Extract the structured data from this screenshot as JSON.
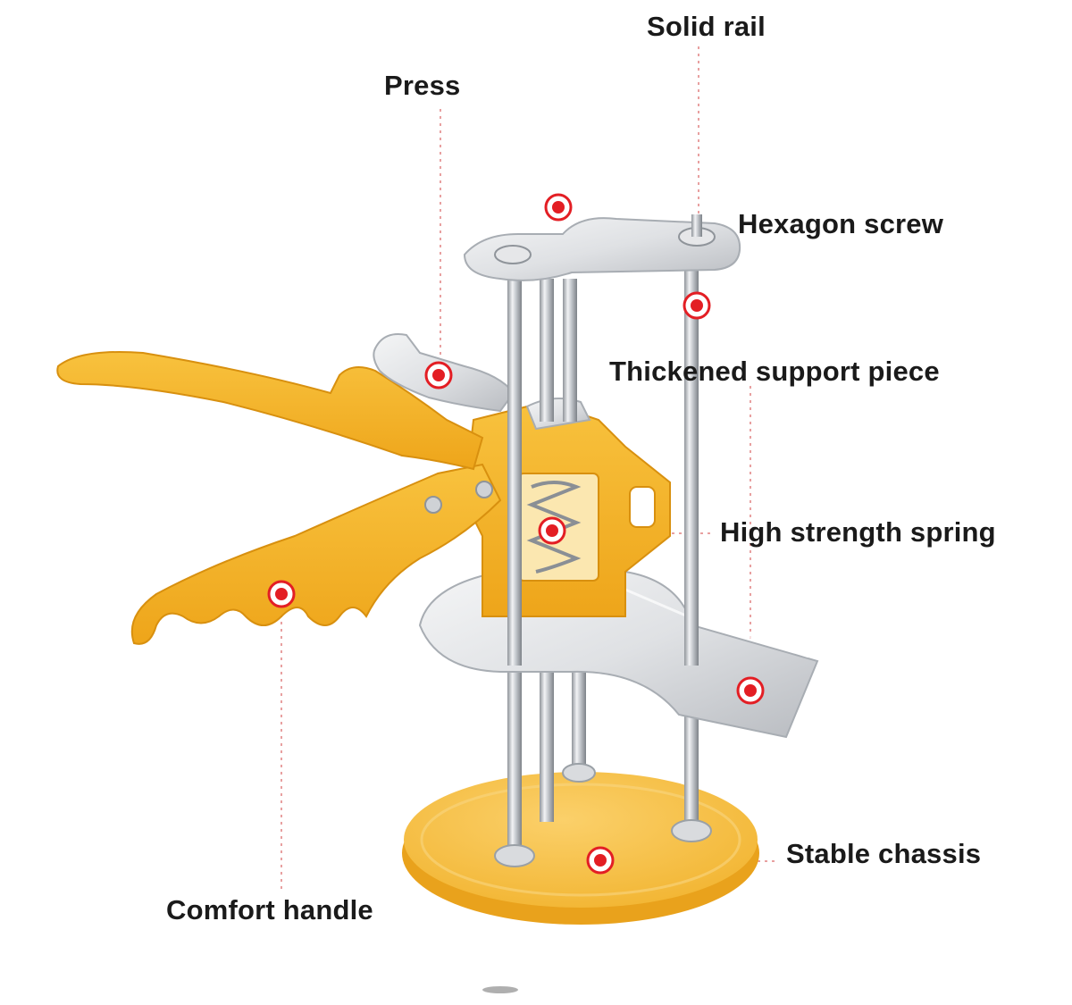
{
  "callouts": {
    "solid_rail": "Solid rail",
    "press": "Press",
    "hexagon_screw": "Hexagon screw",
    "thickened_support_piece": "Thickened support piece",
    "high_strength_spring": "High strength spring",
    "stable_chassis": "Stable chassis",
    "comfort_handle": "Comfort handle"
  },
  "colors": {
    "handle_yellow": "#f5b52e",
    "base_yellow": "#f8c54a",
    "steel": "#c9ccd0",
    "marker_red": "#e31e24",
    "leader_line": "#e8a0a0",
    "label_text": "#1a1a1a"
  }
}
